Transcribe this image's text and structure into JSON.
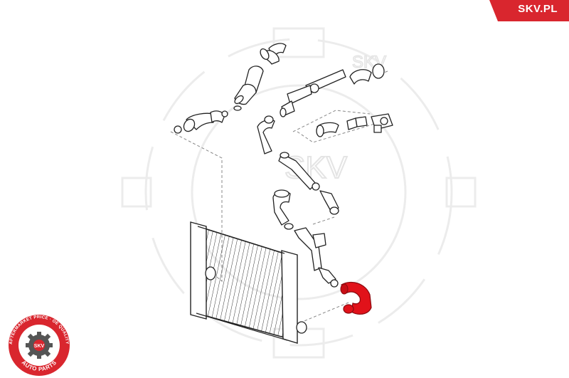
{
  "brand": {
    "name": "SKV.PL",
    "color": "#d9262e"
  },
  "watermark": {
    "text": "SKV",
    "color": "#ededed"
  },
  "badge": {
    "top_text": "AFTERMARKET PRICE · OE QUALITY",
    "bottom_text": "AUTO PARTS",
    "center_text": "SKV",
    "ring_color": "#d9262e",
    "inner_color": "#ffffff",
    "gear_color": "#555555"
  },
  "diagram": {
    "line_color": "#222222",
    "leader_color": "#888888",
    "highlight_color": "#e1121a",
    "highlighted_part": "intercooler-outlet-hose"
  }
}
